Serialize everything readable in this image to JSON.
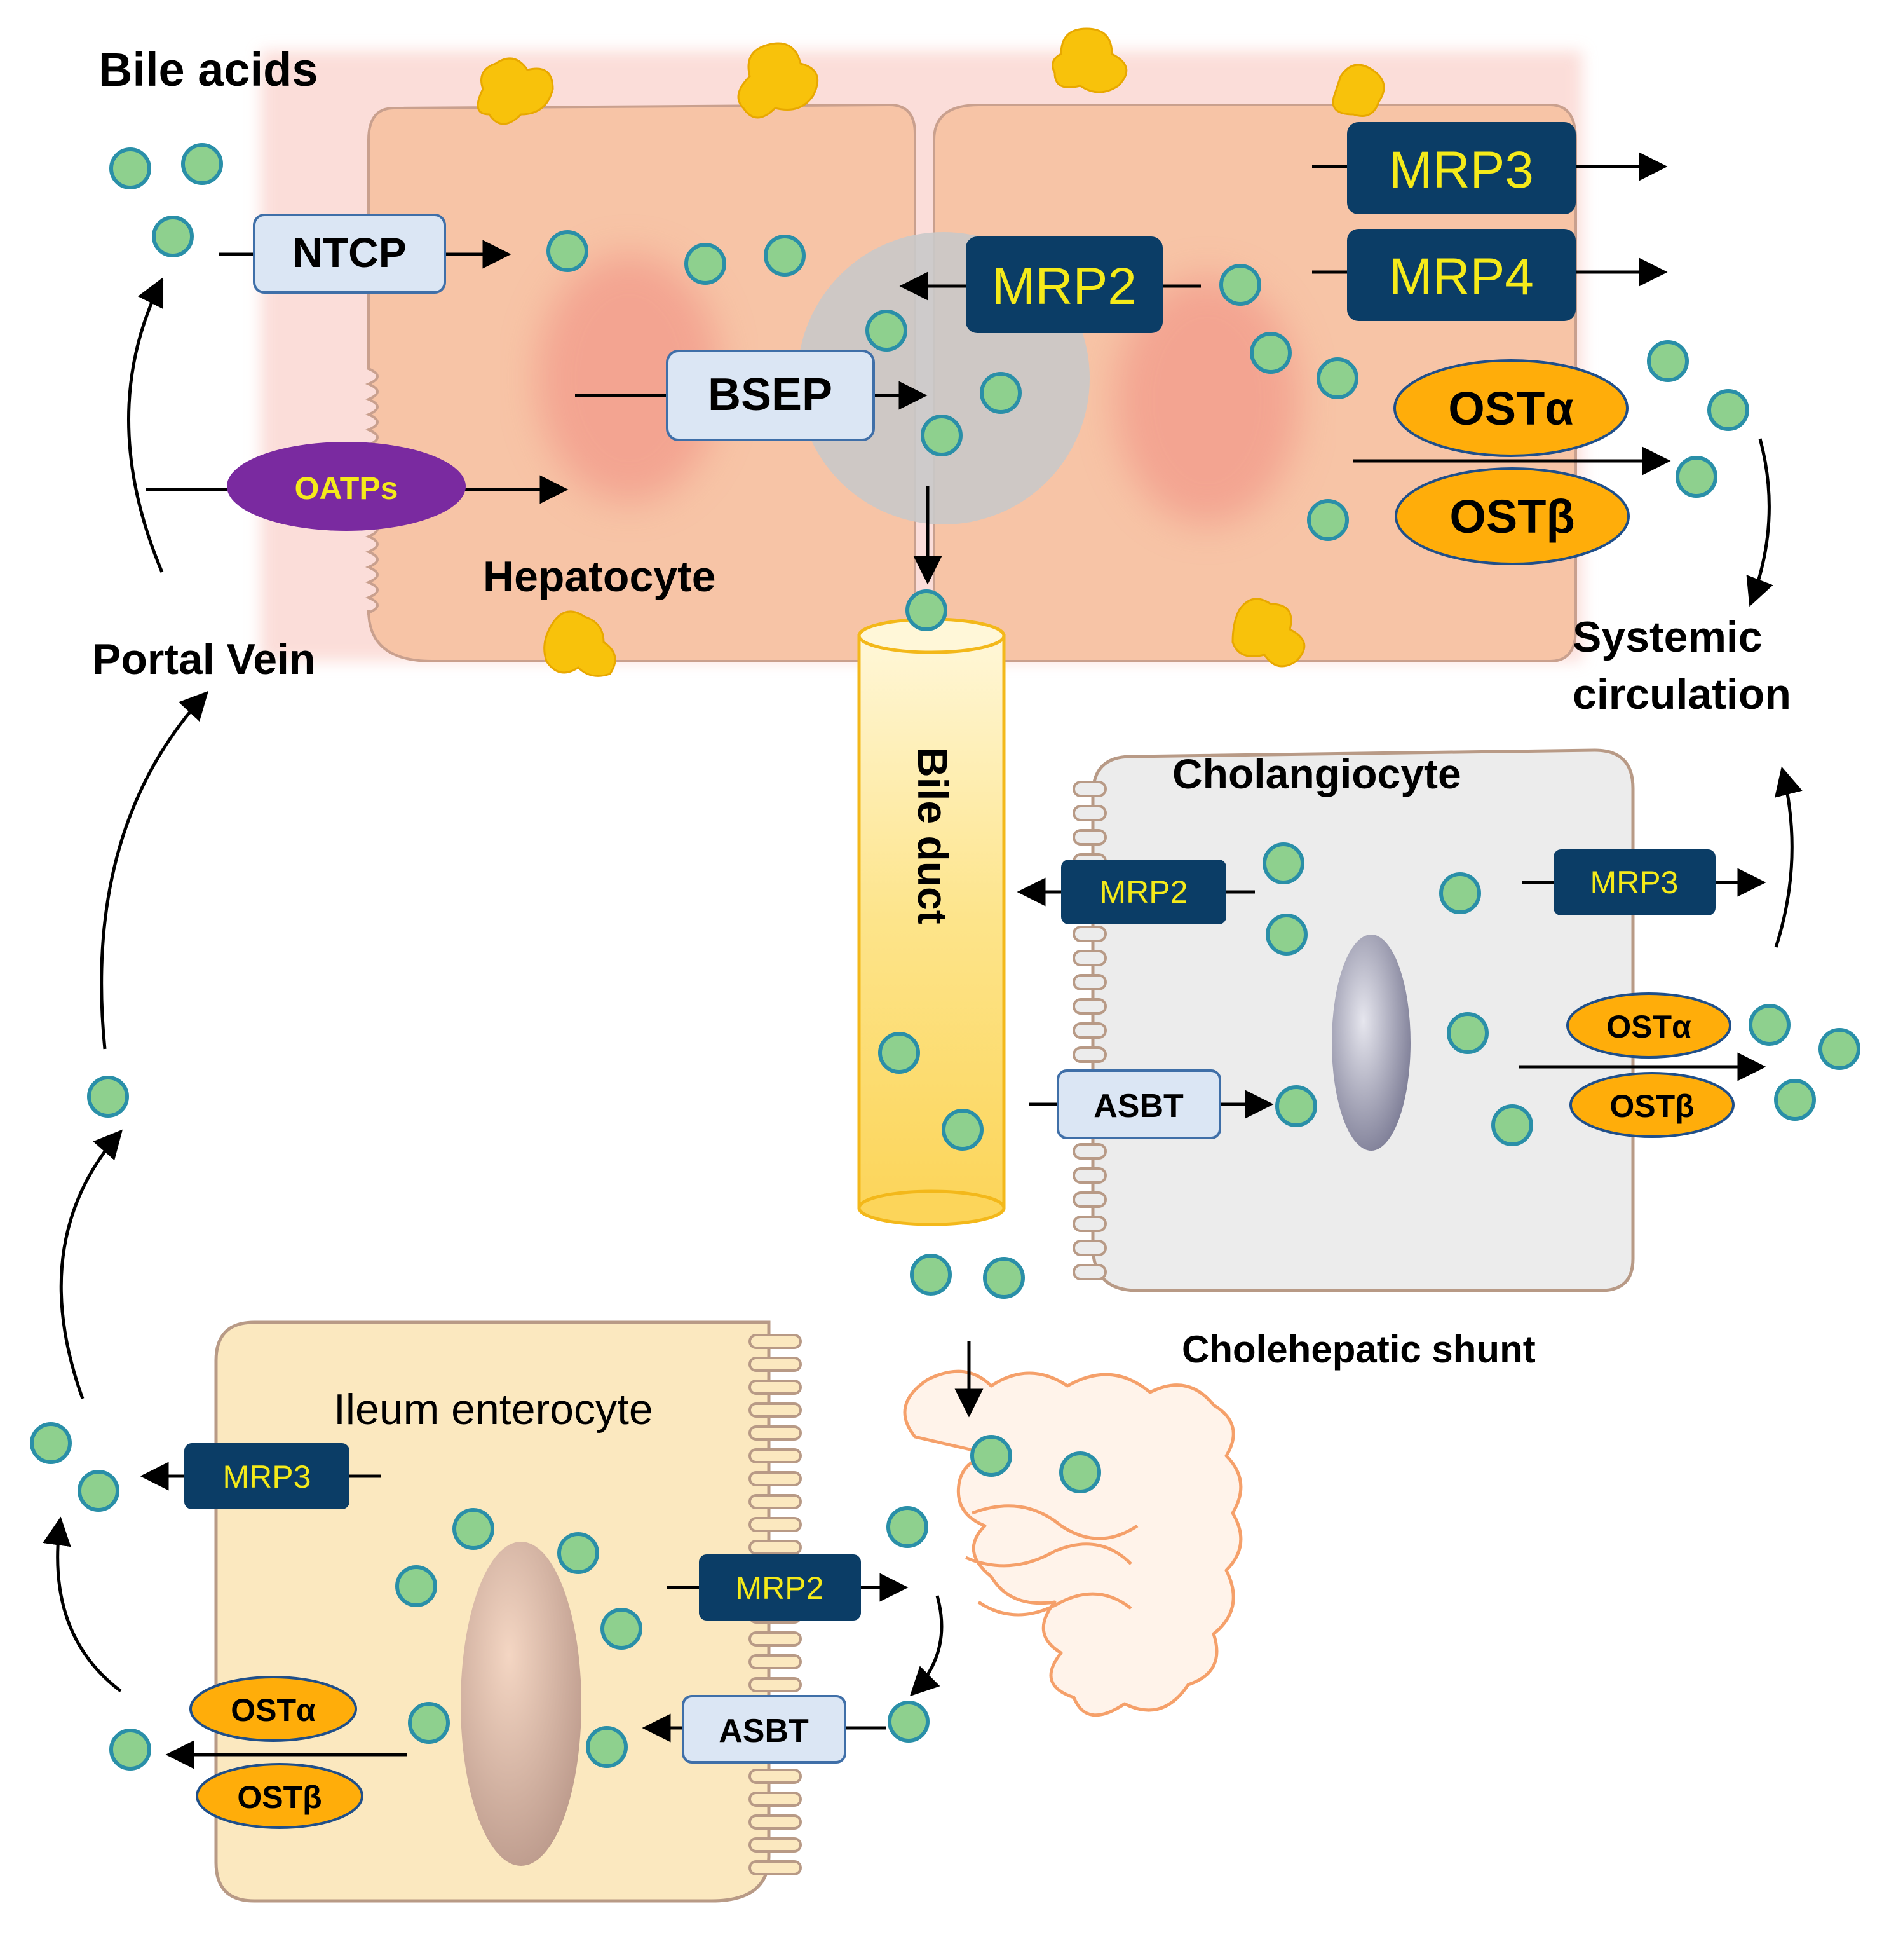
{
  "labels": {
    "bile_acids": "Bile acids",
    "hepatocyte": "Hepatocyte",
    "portal_vein": "Portal Vein",
    "systemic_1": "Systemic",
    "systemic_2": "circulation",
    "bile_duct": "Bile duct",
    "cholangiocyte": "Cholangiocyte",
    "cholehepatic_shunt": "Cholehepatic shunt",
    "ileum_enterocyte": "Ileum enterocyte"
  },
  "transporters": {
    "ntcp": "NTCP",
    "oatps": "OATPs",
    "bsep": "BSEP",
    "mrp2_hep": "MRP2",
    "mrp3_hep": "MRP3",
    "mrp4_hep": "MRP4",
    "osta_hep": "OSTα",
    "ostb_hep": "OSTβ",
    "mrp2_chol": "MRP2",
    "mrp3_chol": "MRP3",
    "asbt_chol": "ASBT",
    "osta_chol": "OSTα",
    "ostb_chol": "OSTβ",
    "mrp3_ile": "MRP3",
    "mrp2_ile": "MRP2",
    "asbt_ile": "ASBT",
    "osta_ile": "OSTα",
    "ostb_ile": "OSTβ"
  },
  "colors": {
    "dark_transporter": "#0b3d66",
    "dark_transporter_text": "#f5ea1a",
    "light_transporter": "#dbe6f4",
    "ost_oval": "#ffad0a",
    "oatp_oval": "#7a2aa0",
    "bile_acid_dot": "#8ed08e",
    "bile_acid_dot_stroke": "#2a8fa8",
    "hepatocyte_fill": "#f7c4a6",
    "cholangiocyte_fill": "#ececec",
    "enterocyte_fill": "#fbe8bf",
    "bile_duct_fill": "#fde17a"
  }
}
